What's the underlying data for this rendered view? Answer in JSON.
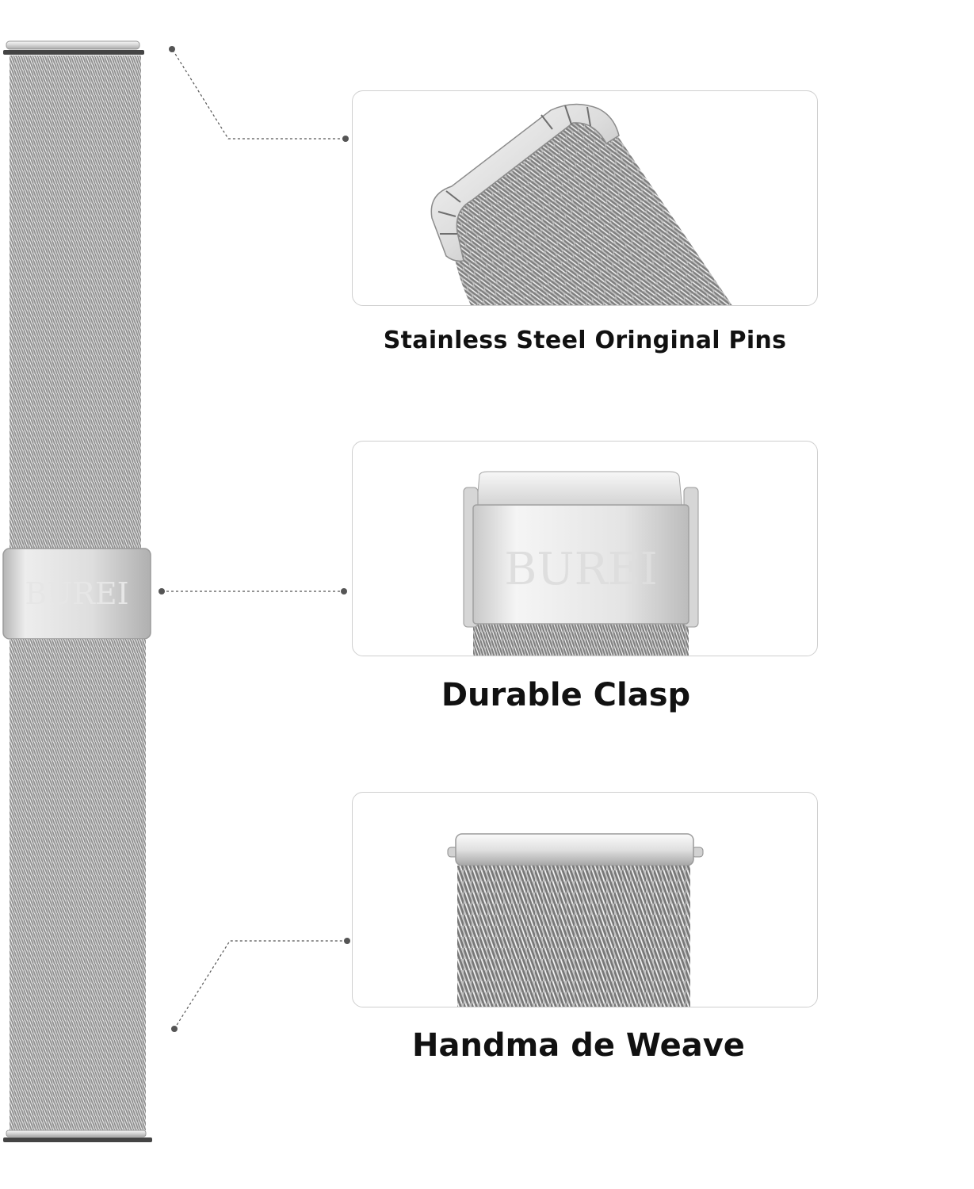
{
  "features": [
    {
      "id": "pins",
      "caption": "Stainless Steel Oringinal Pins"
    },
    {
      "id": "clasp",
      "caption": "Durable Clasp"
    },
    {
      "id": "weave",
      "caption": "Handma de Weave"
    }
  ],
  "brand": {
    "engraving": "BUREI"
  },
  "colors": {
    "background": "#ffffff",
    "steel_light": "#f2f2f2",
    "steel_mid": "#bdbdbd",
    "steel_dark": "#8c8c8c",
    "panel_border": "#cfcfcf",
    "caption_text": "#111111",
    "connector": "#555555"
  }
}
